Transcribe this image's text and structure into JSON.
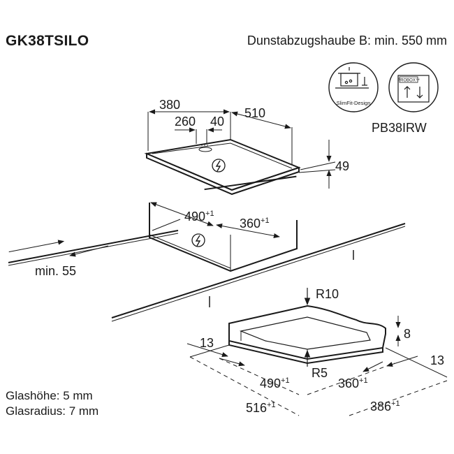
{
  "header": {
    "model": "GK38TSILO",
    "hood_note": "Dunstabzugshaube B: min. 550 mm"
  },
  "badges": {
    "slimfit_label": "SlimFit-Design",
    "probox_label": "PROBOX™",
    "probox_model": "PB38IRW"
  },
  "hob_dimensions": {
    "width": "380",
    "depth": "510",
    "zone_offset": "260",
    "zone_gap": "40",
    "height": "49"
  },
  "cutout_dimensions": {
    "width": "490",
    "width_tol": "+1",
    "depth": "360",
    "depth_tol": "+1",
    "min_edge": "min. 55"
  },
  "frame_dimensions": {
    "outer_radius": "R10",
    "inner_radius": "R5",
    "frame_height": "8",
    "left_margin": "13",
    "right_margin": "13",
    "inner_width": "490",
    "inner_width_tol": "+1",
    "inner_depth": "360",
    "inner_depth_tol": "+1",
    "outer_width": "516",
    "outer_width_tol": "+1",
    "outer_depth": "386",
    "outer_depth_tol": "+1"
  },
  "footer": {
    "glass_height": "Glashöhe: 5 mm",
    "glass_radius": "Glasradius: 7 mm"
  }
}
